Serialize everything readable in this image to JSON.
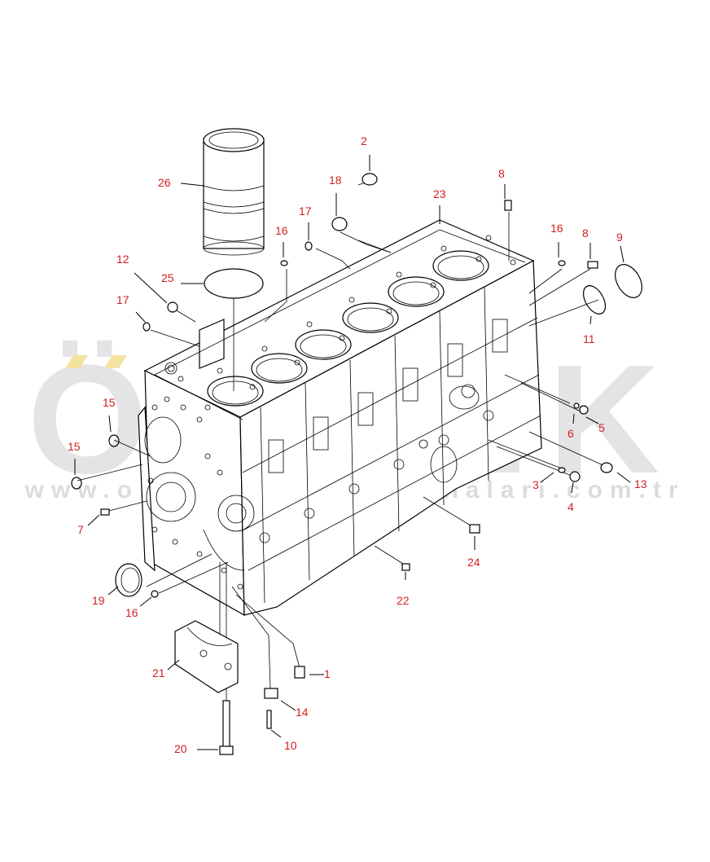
{
  "watermark": {
    "logo_text": "ÖNTEK",
    "url_text": "www.ontekkurulusmakinalari.com.tr",
    "color": "#e4e4e6"
  },
  "callout_color": "#d22020",
  "callouts": [
    {
      "id": "c1",
      "label": "1"
    },
    {
      "id": "c2",
      "label": "2"
    },
    {
      "id": "c3",
      "label": "3"
    },
    {
      "id": "c4",
      "label": "4"
    },
    {
      "id": "c5",
      "label": "5"
    },
    {
      "id": "c6",
      "label": "6"
    },
    {
      "id": "c7",
      "label": "7"
    },
    {
      "id": "c8a",
      "label": "8"
    },
    {
      "id": "c8b",
      "label": "8"
    },
    {
      "id": "c9",
      "label": "9"
    },
    {
      "id": "c10",
      "label": "10"
    },
    {
      "id": "c11",
      "label": "11"
    },
    {
      "id": "c12",
      "label": "12"
    },
    {
      "id": "c13",
      "label": "13"
    },
    {
      "id": "c14",
      "label": "14"
    },
    {
      "id": "c15a",
      "label": "15"
    },
    {
      "id": "c15b",
      "label": "15"
    },
    {
      "id": "c16a",
      "label": "16"
    },
    {
      "id": "c16b",
      "label": "16"
    },
    {
      "id": "c16c",
      "label": "16"
    },
    {
      "id": "c17a",
      "label": "17"
    },
    {
      "id": "c17b",
      "label": "17"
    },
    {
      "id": "c18",
      "label": "18"
    },
    {
      "id": "c19",
      "label": "19"
    },
    {
      "id": "c20",
      "label": "20"
    },
    {
      "id": "c21",
      "label": "21"
    },
    {
      "id": "c22",
      "label": "22"
    },
    {
      "id": "c23",
      "label": "23"
    },
    {
      "id": "c24",
      "label": "24"
    },
    {
      "id": "c25",
      "label": "25"
    },
    {
      "id": "c26",
      "label": "26"
    }
  ]
}
